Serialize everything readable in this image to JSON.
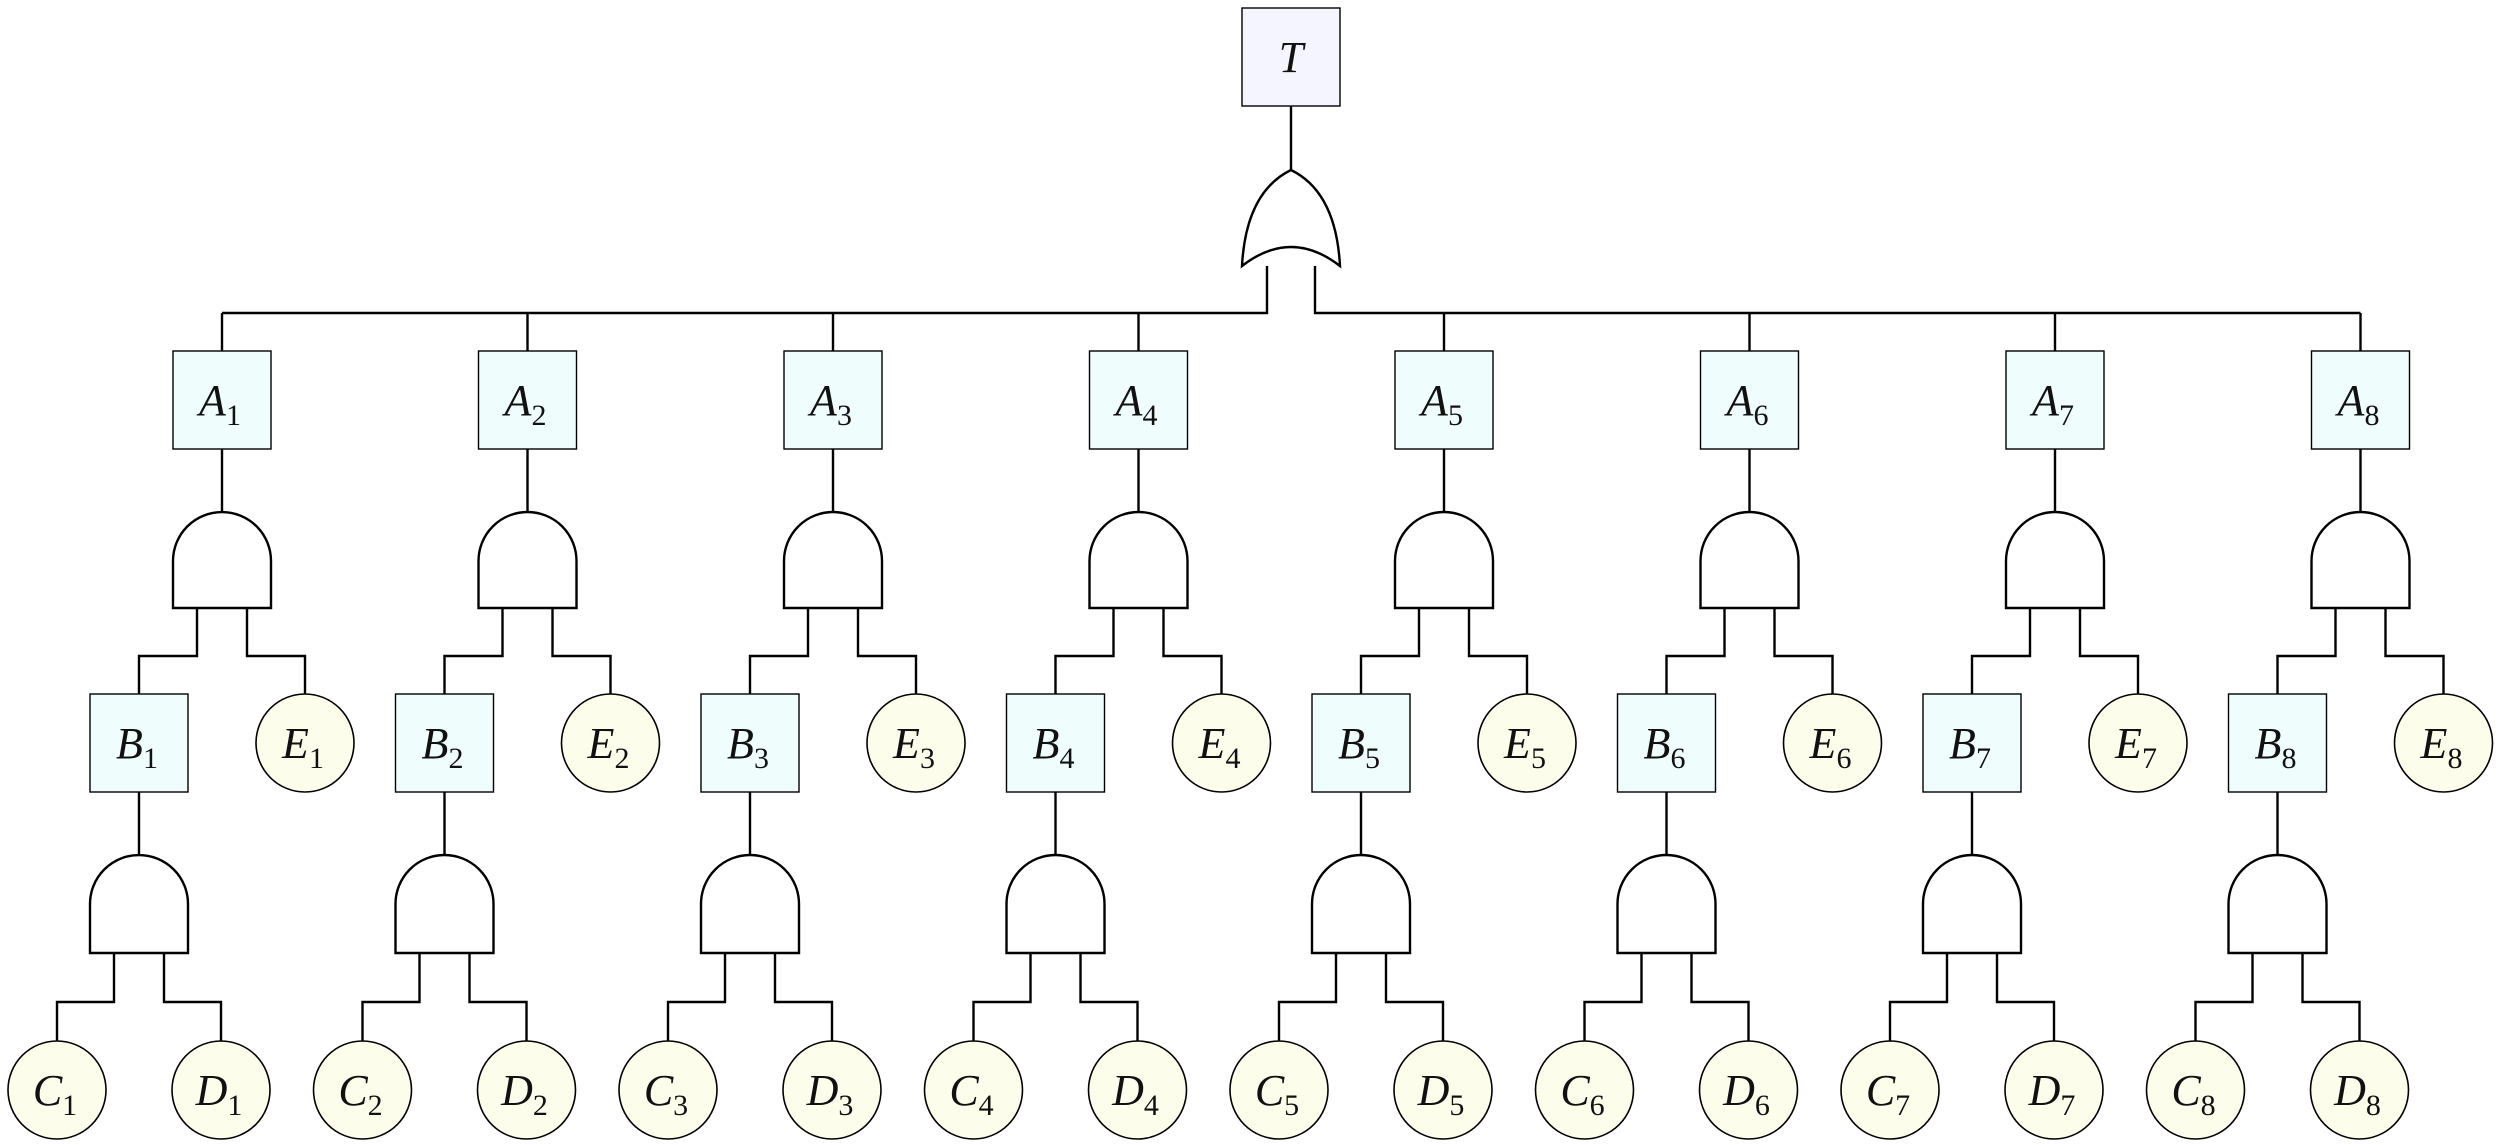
{
  "top_event": "T",
  "top_gate": "or",
  "columns": [
    {
      "a": {
        "letter": "A",
        "sub": "1"
      },
      "b": {
        "letter": "B",
        "sub": "1"
      },
      "c": {
        "letter": "C",
        "sub": "1"
      },
      "d": {
        "letter": "D",
        "sub": "1"
      },
      "e": {
        "letter": "E",
        "sub": "1"
      }
    },
    {
      "a": {
        "letter": "A",
        "sub": "2"
      },
      "b": {
        "letter": "B",
        "sub": "2"
      },
      "c": {
        "letter": "C",
        "sub": "2"
      },
      "d": {
        "letter": "D",
        "sub": "2"
      },
      "e": {
        "letter": "E",
        "sub": "2"
      }
    },
    {
      "a": {
        "letter": "A",
        "sub": "3"
      },
      "b": {
        "letter": "B",
        "sub": "3"
      },
      "c": {
        "letter": "C",
        "sub": "3"
      },
      "d": {
        "letter": "D",
        "sub": "3"
      },
      "e": {
        "letter": "E",
        "sub": "3"
      }
    },
    {
      "a": {
        "letter": "A",
        "sub": "4"
      },
      "b": {
        "letter": "B",
        "sub": "4"
      },
      "c": {
        "letter": "C",
        "sub": "4"
      },
      "d": {
        "letter": "D",
        "sub": "4"
      },
      "e": {
        "letter": "E",
        "sub": "4"
      }
    },
    {
      "a": {
        "letter": "A",
        "sub": "5"
      },
      "b": {
        "letter": "B",
        "sub": "5"
      },
      "c": {
        "letter": "C",
        "sub": "5"
      },
      "d": {
        "letter": "D",
        "sub": "5"
      },
      "e": {
        "letter": "E",
        "sub": "5"
      }
    },
    {
      "a": {
        "letter": "A",
        "sub": "6"
      },
      "b": {
        "letter": "B",
        "sub": "6"
      },
      "c": {
        "letter": "C",
        "sub": "6"
      },
      "d": {
        "letter": "D",
        "sub": "6"
      },
      "e": {
        "letter": "E",
        "sub": "6"
      }
    },
    {
      "a": {
        "letter": "A",
        "sub": "7"
      },
      "b": {
        "letter": "B",
        "sub": "7"
      },
      "c": {
        "letter": "C",
        "sub": "7"
      },
      "d": {
        "letter": "D",
        "sub": "7"
      },
      "e": {
        "letter": "E",
        "sub": "7"
      }
    },
    {
      "a": {
        "letter": "A",
        "sub": "8"
      },
      "b": {
        "letter": "B",
        "sub": "8"
      },
      "c": {
        "letter": "C",
        "sub": "8"
      },
      "d": {
        "letter": "D",
        "sub": "8"
      },
      "e": {
        "letter": "E",
        "sub": "8"
      }
    }
  ],
  "column_gates": {
    "a": "and",
    "b": "and"
  },
  "colors": {
    "top_box_fill": "#f5f5ff",
    "event_box_fill": "#f0fdfd",
    "basic_event_fill": "#fdfdec",
    "line": "#000000"
  }
}
